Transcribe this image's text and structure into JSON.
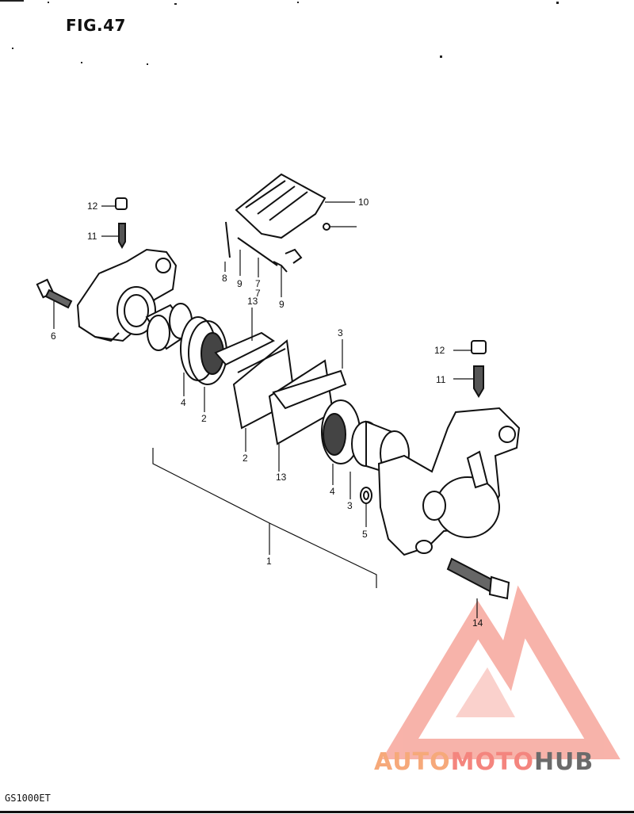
{
  "figure": {
    "title": "FIG.47"
  },
  "model": {
    "code": "GS1000ET"
  },
  "callouts": [
    "12",
    "11",
    "6",
    "8",
    "9",
    "7",
    "9",
    "7",
    "10",
    "13",
    "3",
    "4",
    "2",
    "2",
    "13",
    "4",
    "3",
    "5",
    "12",
    "11",
    "14",
    "1"
  ],
  "watermark": {
    "part1": "AUTO",
    "part2": "MOTO",
    "part3": "HUB",
    "colors": {
      "triangle": "#f59a8e",
      "auto": "#f6a97a",
      "moto": "#f4857e",
      "hub": "#6b6b6b"
    }
  }
}
